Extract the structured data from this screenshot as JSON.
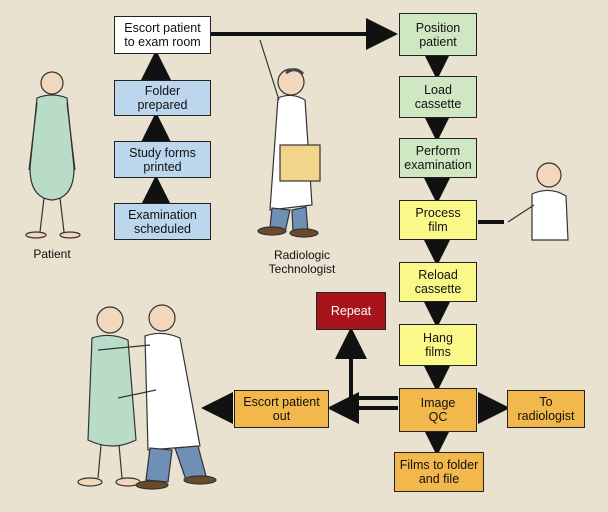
{
  "boxes": {
    "escort_in": "Escort patient\nto exam room",
    "folder": "Folder\nprepared",
    "study_forms": "Study forms\nprinted",
    "exam_scheduled": "Examination\nscheduled",
    "position": "Position\npatient",
    "load": "Load\ncassette",
    "perform": "Perform\nexamination",
    "process": "Process\nfilm",
    "reload": "Reload\ncassette",
    "hang": "Hang\nfilms",
    "qc": "Image\nQC",
    "repeat": "Repeat",
    "escort_out": "Escort patient\nout",
    "radiologist": "To\nradiologist",
    "films_folder": "Films to folder\nand file"
  },
  "labels": {
    "patient": "Patient",
    "technologist": "Radiologic\nTechnologist"
  },
  "colors": {
    "scheduling": "#bcd6ee",
    "escort": "#ffffff",
    "exam": "#cfe8c3",
    "film": "#fbf88a",
    "output": "#f2b84b",
    "repeat": "#a8141c"
  }
}
